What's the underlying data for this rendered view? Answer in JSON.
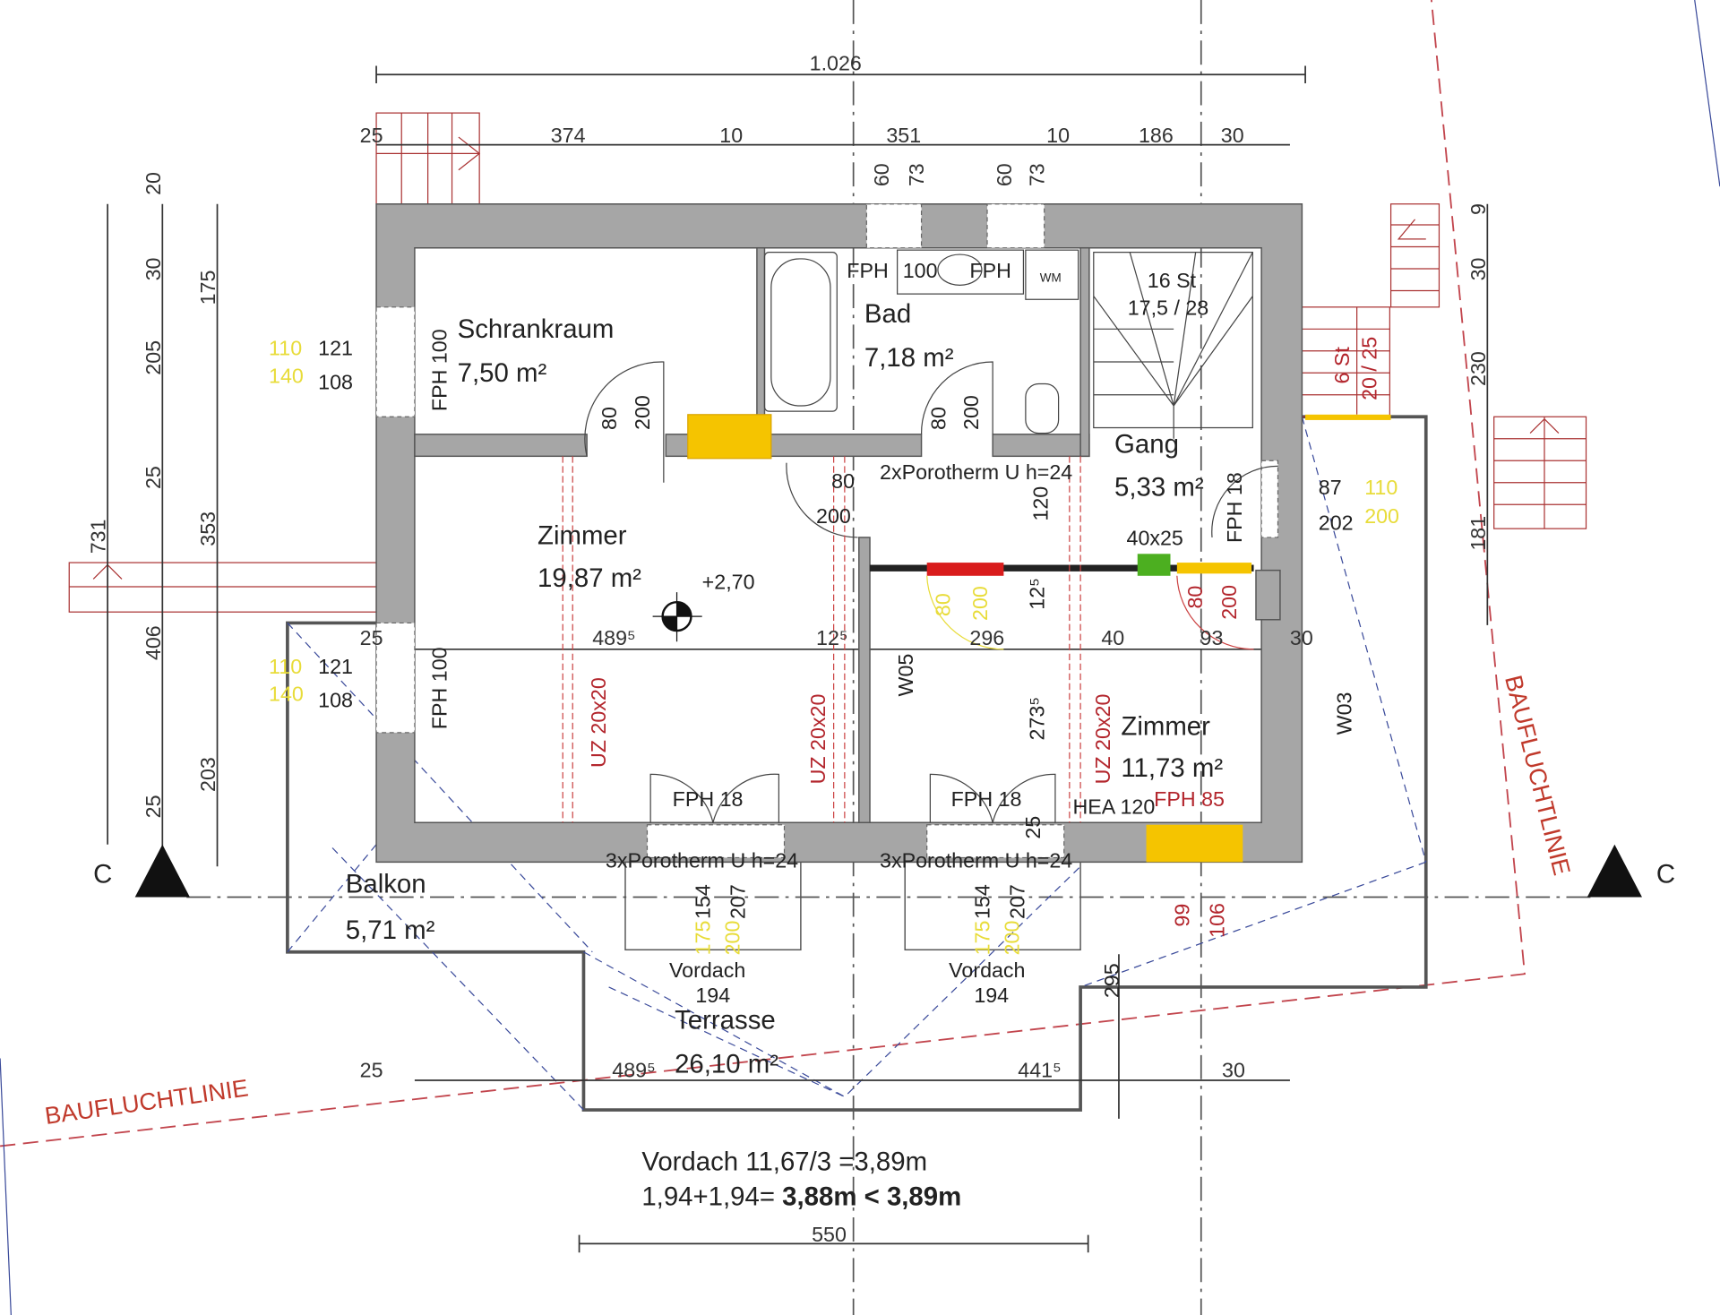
{
  "rooms": {
    "schrankraum": {
      "name": "Schrankraum",
      "area": "7,50 m²"
    },
    "bad": {
      "name": "Bad",
      "area": "7,18 m²"
    },
    "zimmer1": {
      "name": "Zimmer",
      "area": "19,87 m²",
      "level": "+2,70"
    },
    "gang": {
      "name": "Gang",
      "area": "5,33 m²"
    },
    "zimmer2": {
      "name": "Zimmer",
      "area": "11,73 m²"
    },
    "balkon": {
      "name": "Balkon",
      "area": "5,71 m²"
    },
    "terrasse": {
      "name": "Terrasse",
      "area": "26,10 m²"
    }
  },
  "dims": {
    "total_width": "1.026",
    "top_row": [
      "25",
      "374",
      "10",
      "351",
      "10",
      "186",
      "30"
    ],
    "window_top": [
      "60",
      "73",
      "60",
      "73"
    ],
    "left_outer": [
      "20",
      "30",
      "205",
      "25",
      "406",
      "25"
    ],
    "left_mid": [
      "175",
      "353",
      "203"
    ],
    "left_total": "731",
    "right_side": [
      "9",
      "30",
      "230",
      "181"
    ],
    "mid_row": [
      "25",
      "489⁵",
      "12⁵",
      "296",
      "40",
      "93",
      "30"
    ],
    "bottom_row": [
      "25",
      "489⁵",
      "441⁵",
      "30"
    ],
    "bottom_total": "550"
  },
  "labels": {
    "win_yellow": [
      "110",
      "140",
      "110",
      "140"
    ],
    "win_black": [
      "121",
      "108",
      "121",
      "108"
    ],
    "fph100": "FPH 100",
    "bad_fph": [
      "FPH",
      "100",
      "FPH"
    ],
    "wm": "WM",
    "stairs_steps": "16 St",
    "stairs_ratio": "17,5 / 28",
    "ext_stairs_steps": "6 St",
    "ext_stairs_ratio": "20 / 25",
    "porotherm2": "2xPorotherm U h=24",
    "porotherm3": "3xPorotherm U h=24",
    "door_w": "80",
    "door_h": "200",
    "v120": "120",
    "v125": "12⁵",
    "v2735": "273⁵",
    "v25": "25",
    "gang_win": [
      "87",
      "110",
      "202",
      "200"
    ],
    "fph18": "FPH 18",
    "col": "40x25",
    "w05": "W05",
    "w03": "W03",
    "uz": "UZ 20x20",
    "hea": "HEA 120",
    "fph85": "FPH 85",
    "terr_door": [
      "154",
      "207",
      "175",
      "200"
    ],
    "v99": "99",
    "v106": "106",
    "vordach": "Vordach",
    "v194": "194",
    "v295": "295",
    "baufluchtlinie": "BAUFLUCHTLINIE",
    "section": "C"
  },
  "note": {
    "line1": "Vordach 11,67/3 =3,89m",
    "line2_a": "1,94+1,94= ",
    "line2_b": "3,88m < 3,89m"
  },
  "colors": {
    "wall": "#a6a6a6",
    "yellow": "#f5c400",
    "red": "#d91c1c",
    "green": "#4caf20",
    "baufluchtlinie": "#c2454d"
  }
}
